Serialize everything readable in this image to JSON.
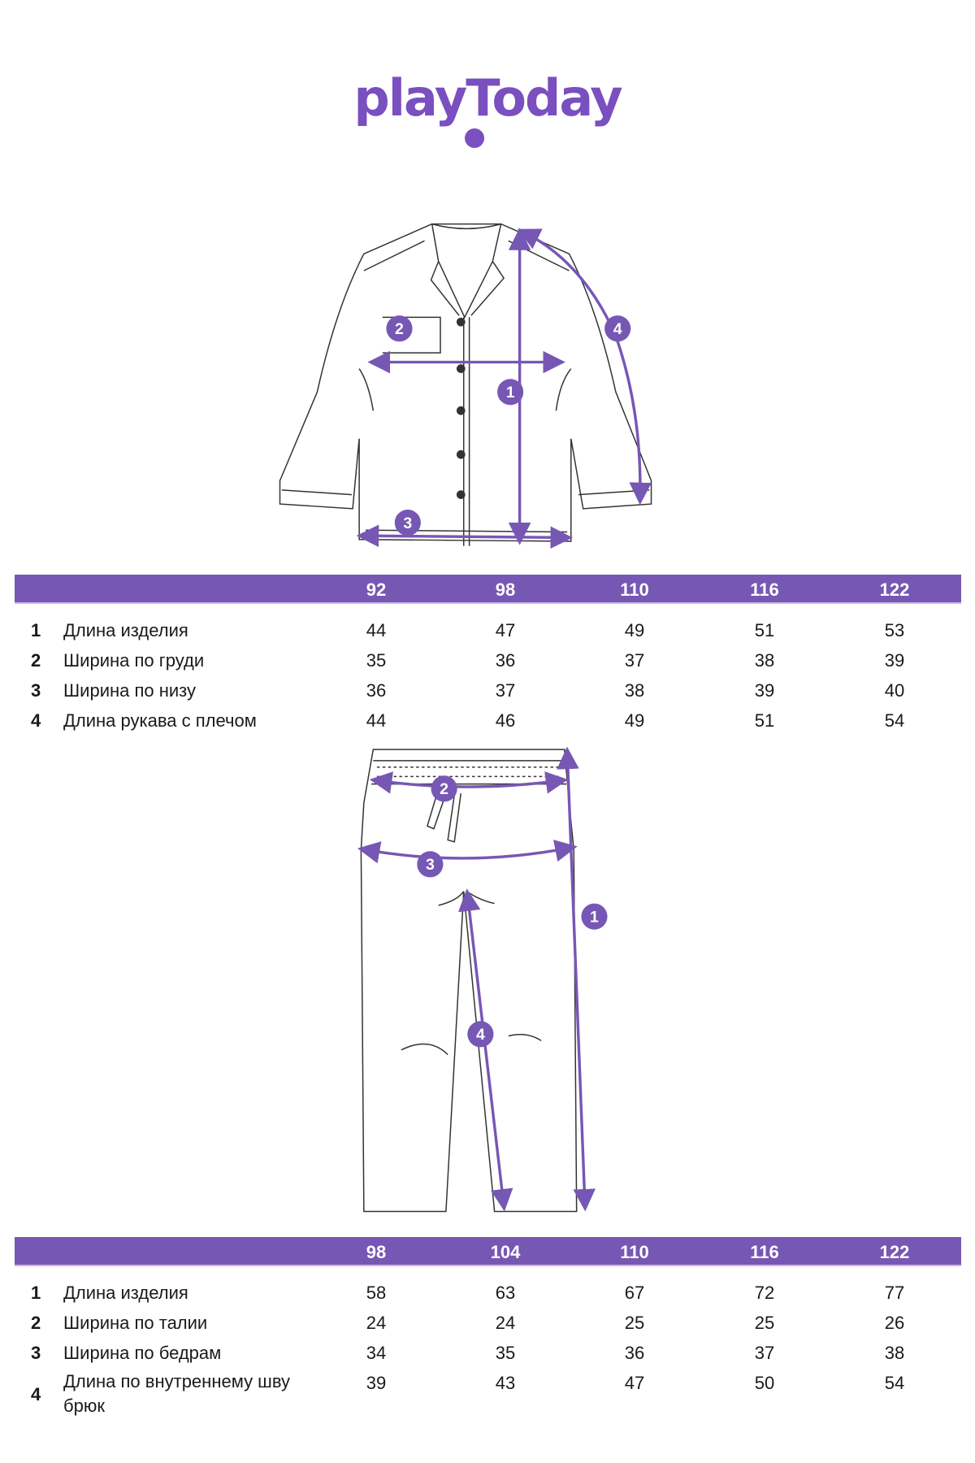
{
  "brand": {
    "logo": "playToday",
    "accent": "#7757b4"
  },
  "shirt": {
    "markers": [
      "1",
      "2",
      "3",
      "4"
    ],
    "sizes": [
      "92",
      "98",
      "110",
      "116",
      "122"
    ],
    "rows": [
      {
        "num": "1",
        "label": "Длина изделия",
        "values": [
          "44",
          "47",
          "49",
          "51",
          "53"
        ]
      },
      {
        "num": "2",
        "label": "Ширина по груди",
        "values": [
          "35",
          "36",
          "37",
          "38",
          "39"
        ]
      },
      {
        "num": "3",
        "label": "Ширина по низу",
        "values": [
          "36",
          "37",
          "38",
          "39",
          "40"
        ]
      },
      {
        "num": "4",
        "label": "Длина рукава с плечом",
        "values": [
          "44",
          "46",
          "49",
          "51",
          "54"
        ]
      }
    ]
  },
  "pants": {
    "markers": [
      "1",
      "2",
      "3",
      "4"
    ],
    "sizes": [
      "98",
      "104",
      "110",
      "116",
      "122"
    ],
    "rows": [
      {
        "num": "1",
        "label": "Длина изделия",
        "values": [
          "58",
          "63",
          "67",
          "72",
          "77"
        ]
      },
      {
        "num": "2",
        "label": "Ширина по талии",
        "values": [
          "24",
          "24",
          "25",
          "25",
          "26"
        ]
      },
      {
        "num": "3",
        "label": "Ширина по бедрам",
        "values": [
          "34",
          "35",
          "36",
          "37",
          "38"
        ]
      },
      {
        "num": "4",
        "label": "Длина по внутреннему шву брюк",
        "values": [
          "39",
          "43",
          "47",
          "50",
          "54"
        ]
      }
    ]
  }
}
